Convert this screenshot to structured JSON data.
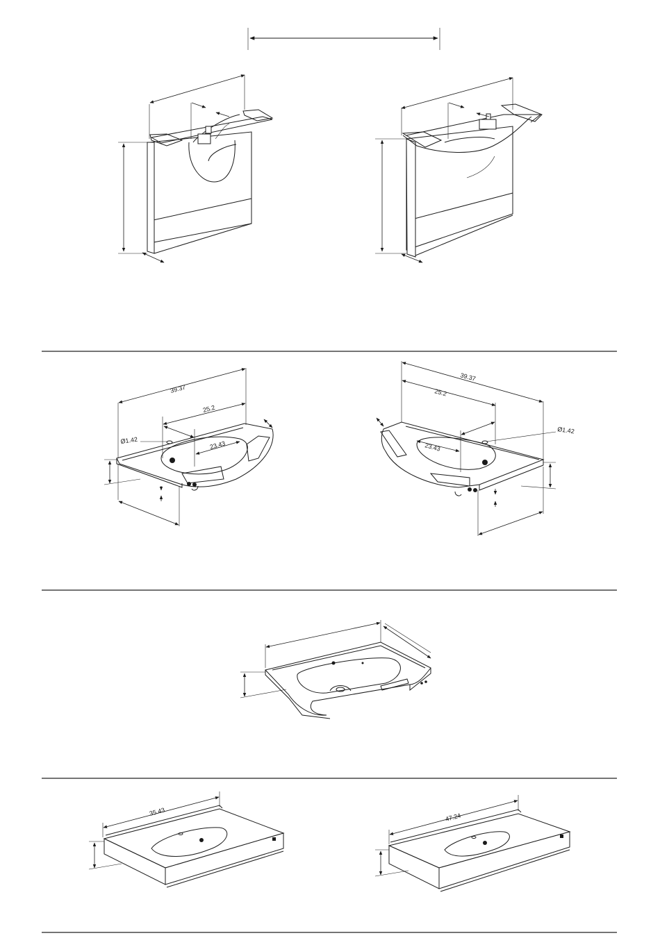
{
  "figures": {
    "sink_left": {
      "dim_width": "39.37",
      "dim_holes": "25.2",
      "dim_bowl": "23.43",
      "dim_hole_diameter": "Ø1.42"
    },
    "sink_right": {
      "dim_width": "39.37",
      "dim_holes": "25.2",
      "dim_bowl": "23.43",
      "dim_hole_diameter": "Ø1.42"
    },
    "vanity_left": {
      "dim_width": "35.43"
    },
    "vanity_right": {
      "dim_width": "47.24"
    }
  },
  "colors": {
    "line": "#1a1a1a",
    "background": "#ffffff"
  }
}
